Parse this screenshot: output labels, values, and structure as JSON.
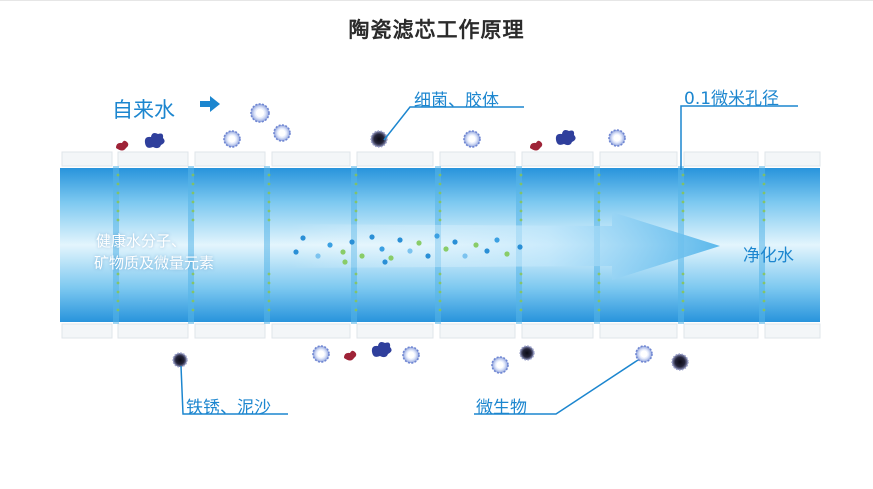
{
  "title": "陶瓷滤芯工作原理",
  "labels": {
    "tap_water": "自来水",
    "bacteria_colloid": "细菌、胶体",
    "pore_size": "0.1微米孔径",
    "healthy_line1": "健康水分子、",
    "healthy_line2": "矿物质及微量元素",
    "purified_water": "净化水",
    "rust_sand": "铁锈、泥沙",
    "microbes": "微生物"
  },
  "colors": {
    "accent": "#1c86cf",
    "pipe_edge": "#2a97de",
    "pipe_core": "#dff3fd",
    "rust": "#9e2337",
    "sand": "#2f3f9c",
    "bacteria": "#1c1c2c"
  },
  "icons": [
    "arrow-right-icon",
    "microbe-icon",
    "bacteria-icon",
    "rust-particle-icon",
    "sand-particle-icon"
  ]
}
